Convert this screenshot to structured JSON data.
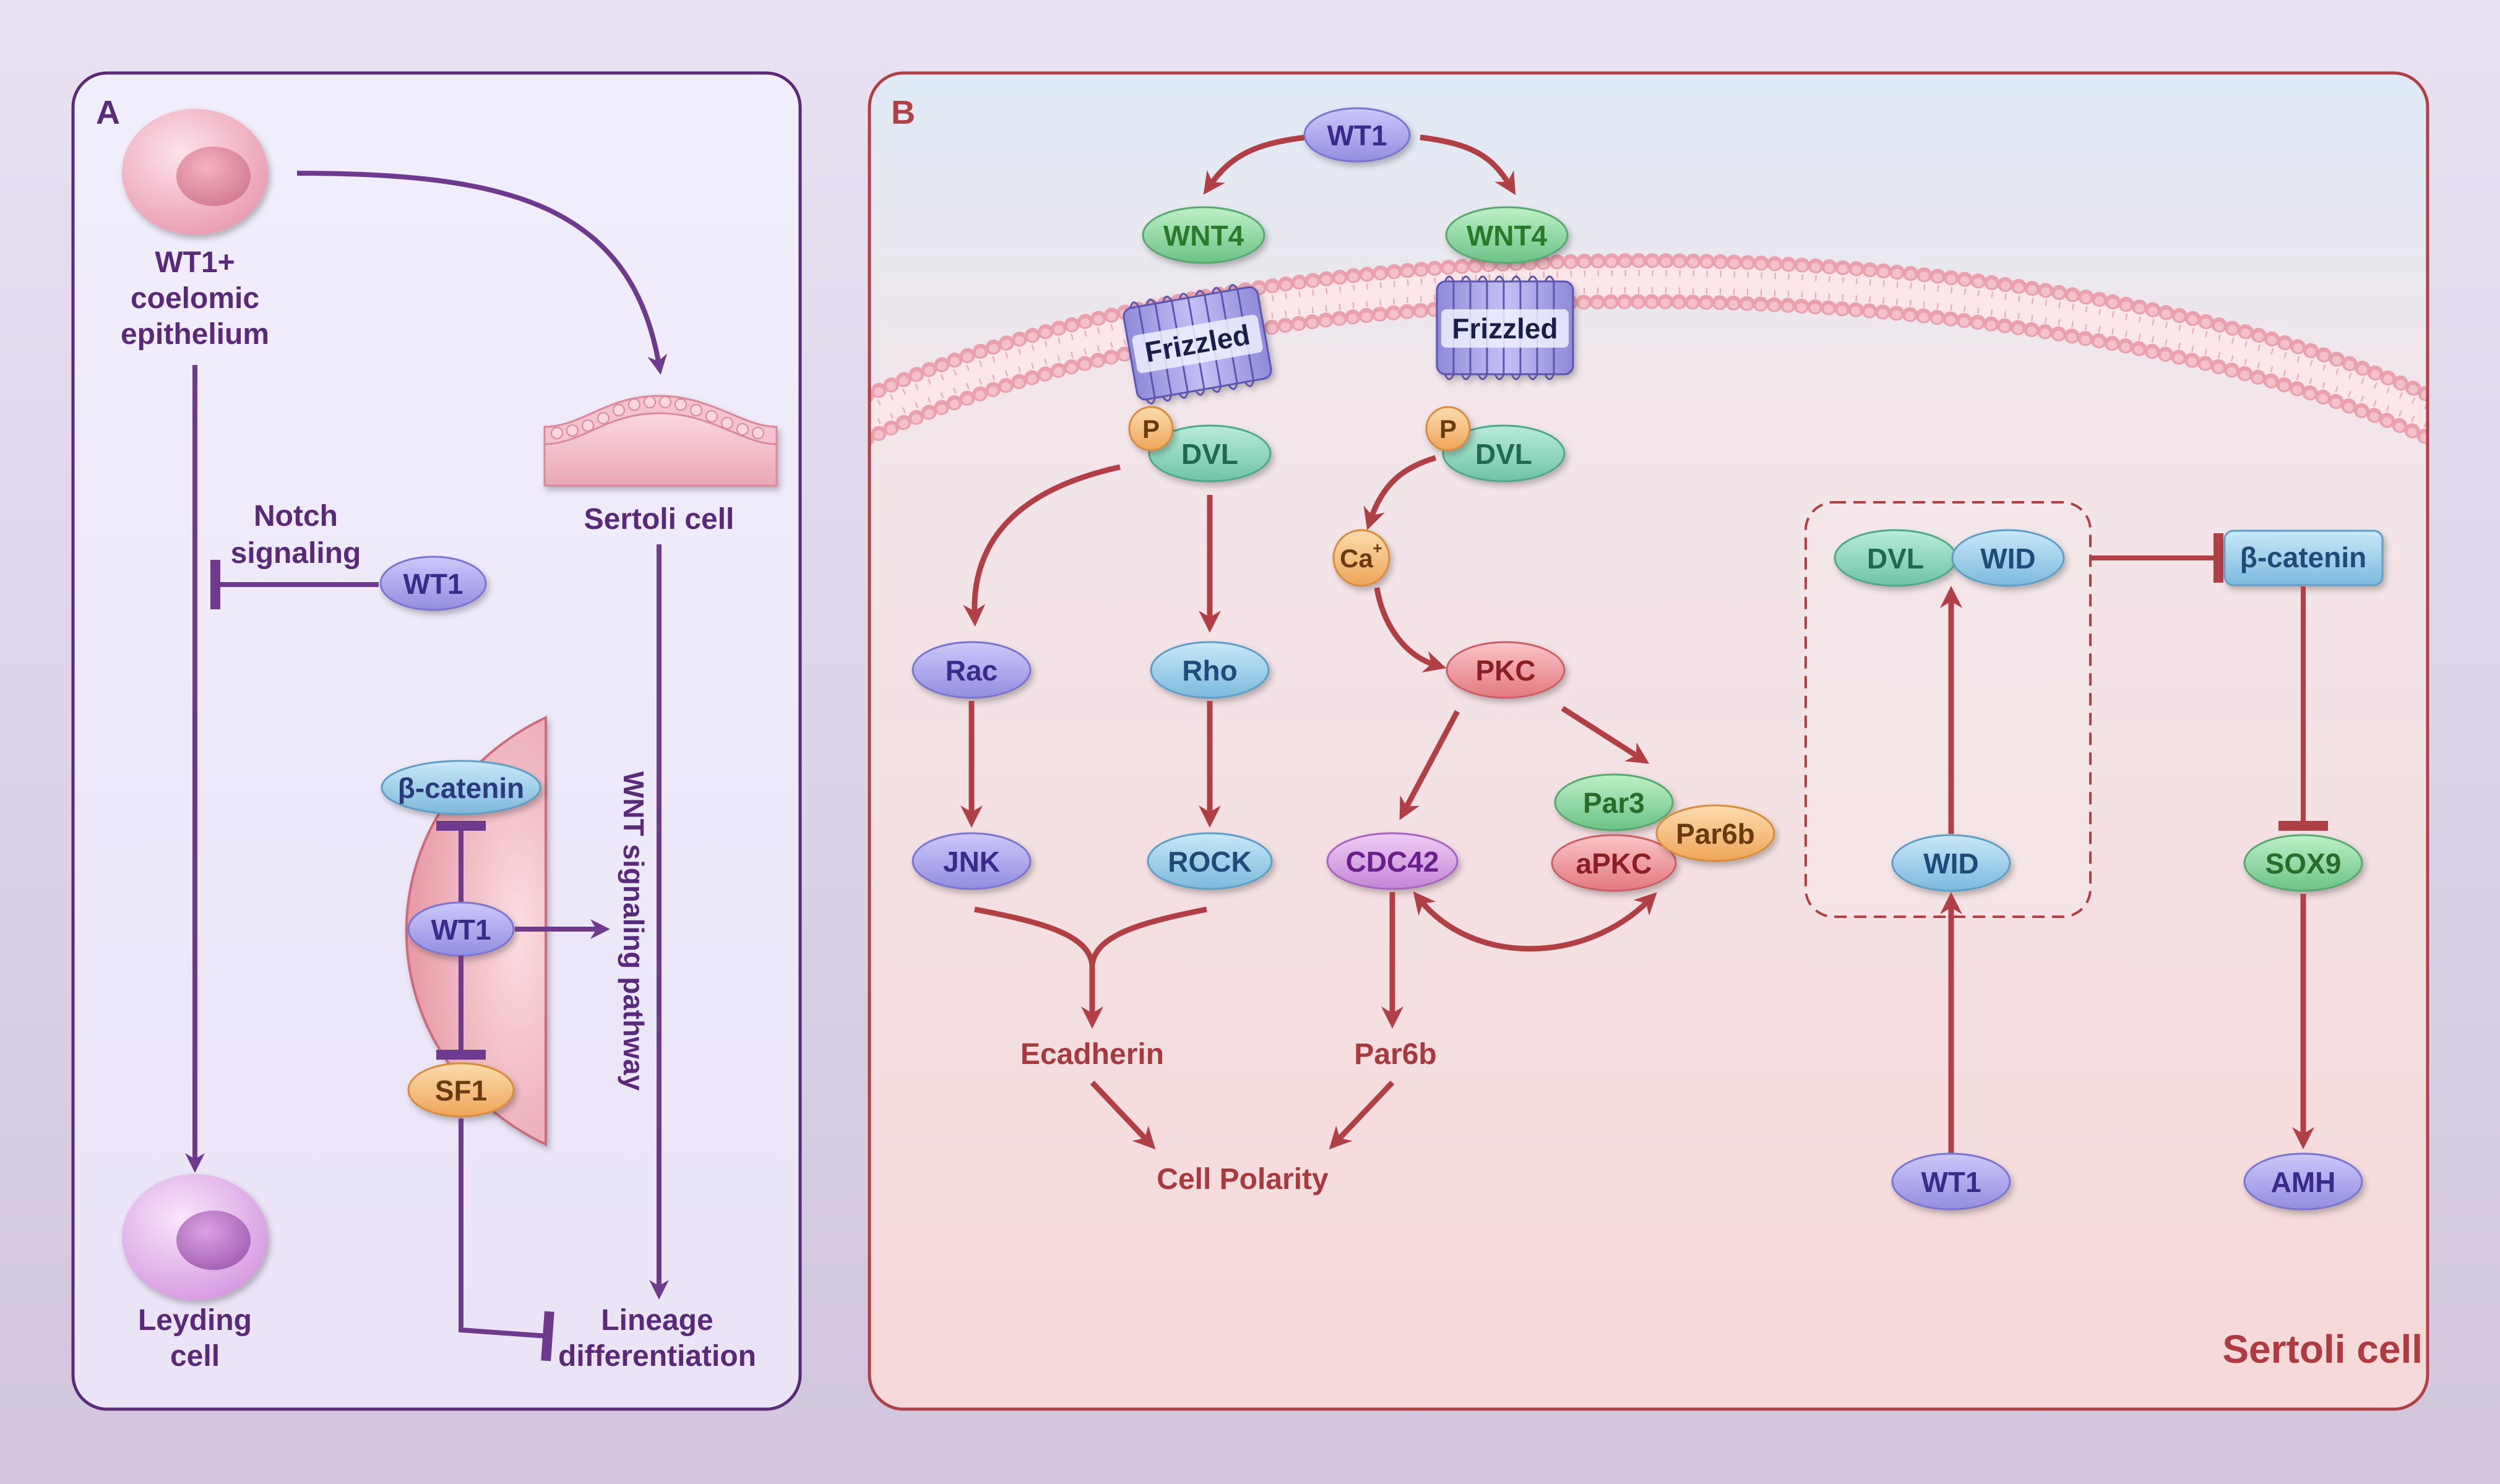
{
  "panel_a": {
    "label": "A",
    "coelomic_line1": "WT1+",
    "coelomic_line2": "coelomic",
    "coelomic_line3": "epithelium",
    "sertoli_label": "Sertoli cell",
    "notch_line1": "Notch",
    "notch_line2": "signaling",
    "wt1_notch": "WT1",
    "beta_catenin": "β-catenin",
    "wt1_center": "WT1",
    "sf1": "SF1",
    "wnt_pathway": "WNT signaling pathway",
    "leydig_line1": "Leyding",
    "leydig_line2": "cell",
    "lineage_line1": "Lineage",
    "lineage_line2": "differentiation"
  },
  "panel_b": {
    "label": "B",
    "wt1_top": "WT1",
    "wnt4_left": "WNT4",
    "wnt4_right": "WNT4",
    "frizzled_left": "Frizzled",
    "frizzled_right": "Frizzled",
    "p_left": "P",
    "p_right": "P",
    "dvl_left": "DVL",
    "dvl_right": "DVL",
    "ca": "Ca",
    "ca_sup": "+",
    "rac": "Rac",
    "rho": "Rho",
    "pkc": "PKC",
    "jnk": "JNK",
    "rock": "ROCK",
    "cdc42": "CDC42",
    "par3": "Par3",
    "par6b_complex": "Par6b",
    "apkc": "aPKC",
    "ecadherin": "Ecadherin",
    "par6b": "Par6b",
    "cell_polarity": "Cell Polarity",
    "dvl_box": "DVL",
    "wid_box": "WID",
    "wid_lower": "WID",
    "wt1_bottom": "WT1",
    "beta_catenin": "β-catenin",
    "sox9": "SOX9",
    "amh": "AMH",
    "sertoli_cell": "Sertoli cell"
  },
  "colors": {
    "purple_dark": "#5a2a7a",
    "arrow_purple": "#6e3a8e",
    "arrow_red": "#b04044",
    "text_red": "#a83a3e",
    "wt1_node": "#a9a4ee",
    "green_node": "#8ed6a0",
    "blue_node": "#8fc8e4",
    "orange_node": "#f5b770",
    "red_node": "#f0959a",
    "pink_node": "#d9a6e6"
  }
}
